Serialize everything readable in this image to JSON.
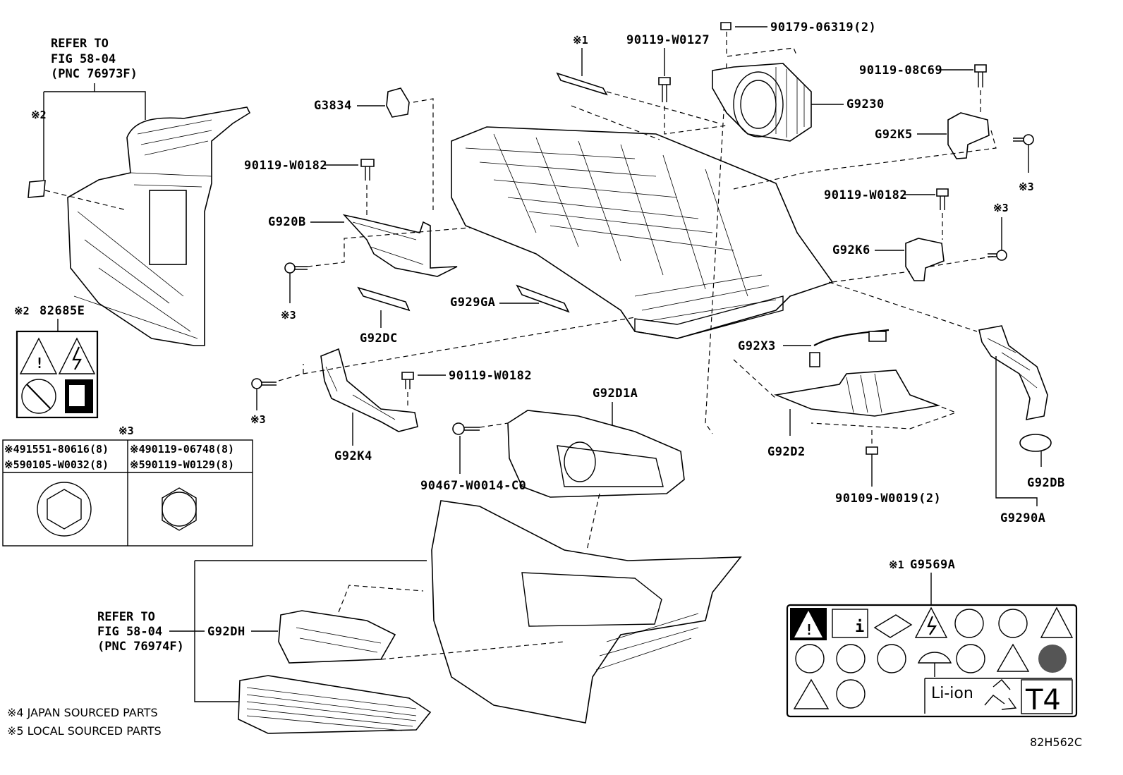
{
  "diagram": {
    "code": "82H562C",
    "refer_top": {
      "line1": "REFER TO",
      "line2": "FIG 58-04",
      "line3": "(PNC 76973F)"
    },
    "refer_bottom": {
      "line1": "REFER TO",
      "line2": "FIG 58-04",
      "line3": "(PNC 76974F)"
    },
    "marks": {
      "m1": "※1",
      "m2": "※2",
      "m3": "※3"
    },
    "labels": {
      "g3834": "G3834",
      "w0182_a": "90119-W0182",
      "g920b": "G920B",
      "g92dc": "G92DC",
      "g929ga": "G929GA",
      "w0127": "90119-W0127",
      "p06319": "90179-06319(2)",
      "g9230": "G9230",
      "p08c69": "90119-08C69",
      "g92k5": "G92K5",
      "w0182_b": "90119-W0182",
      "g92k6": "G92K6",
      "g92x3": "G92X3",
      "w0182_c": "90119-W0182",
      "g92k4": "G92K4",
      "g92d1a": "G92D1A",
      "w0014": "90467-W0014-C0",
      "g92d2": "G92D2",
      "w0019": "90109-W0019(2)",
      "g92db": "G92DB",
      "g9290a": "G9290A",
      "g92dh": "G92DH",
      "g9569a": "G9569A",
      "p82685e": "82685E"
    },
    "fastener_table": {
      "header": "※3",
      "c1r1": "※491551-80616(8)",
      "c1r2": "※590105-W0032(8)",
      "c2r1": "※490119-06748(8)",
      "c2r2": "※590119-W0129(8)"
    },
    "notes": {
      "n4": "※4 JAPAN SOURCED PARTS",
      "n5": "※5 LOCAL SOURCED PARTS"
    },
    "label_panel": {
      "li_ion": "Li-ion",
      "t4": "T4"
    }
  }
}
